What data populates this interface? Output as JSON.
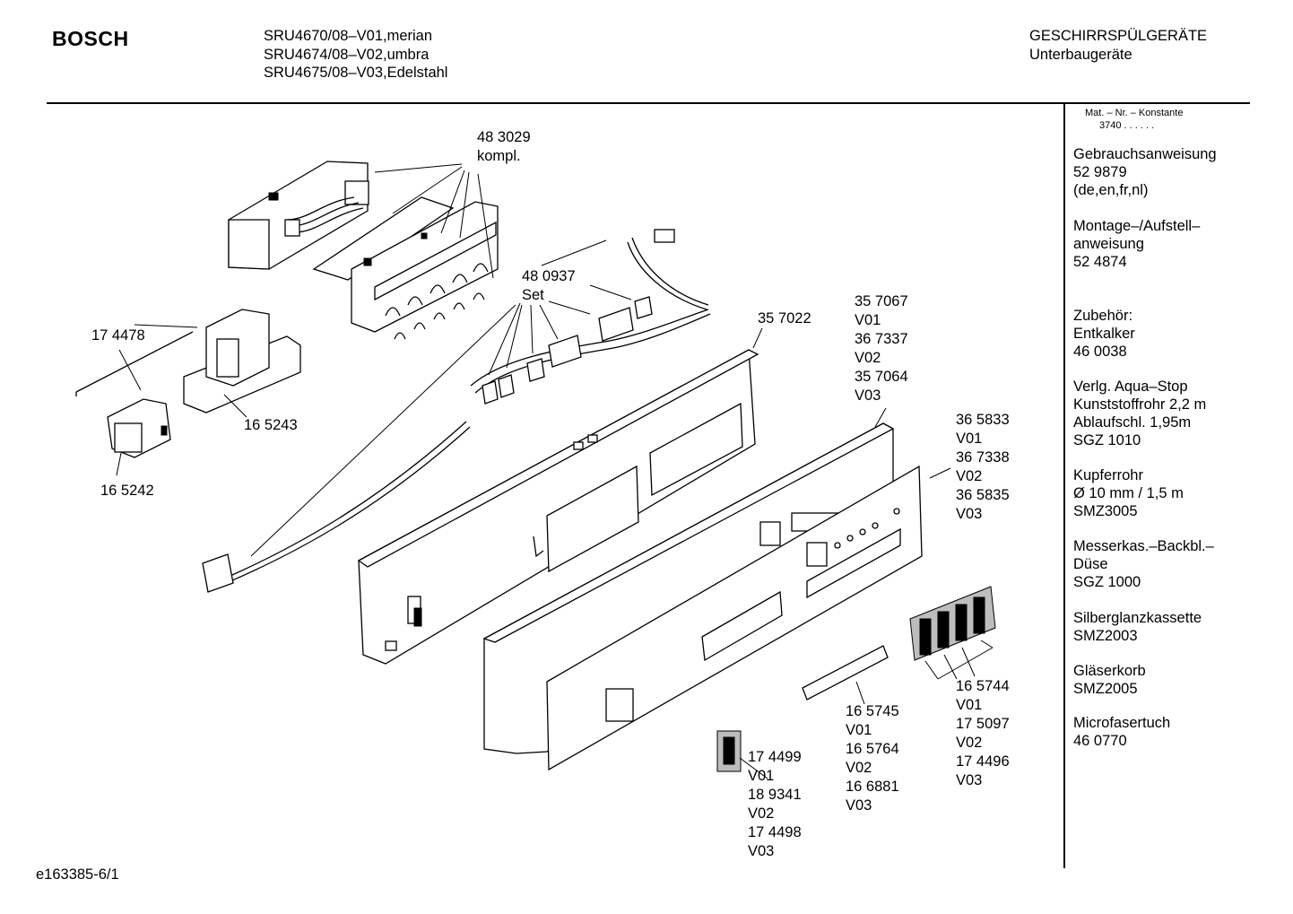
{
  "header": {
    "brand": "BOSCH",
    "models": [
      "SRU4670/08–V01,merian",
      "SRU4674/08–V02,umbra",
      "SRU4675/08–V03,Edelstahl"
    ],
    "category": [
      "GESCHIRRSPÜLGERÄTE",
      "Unterbaugeräte"
    ]
  },
  "sidebar": {
    "matnr_label": "Mat. – Nr. – Konstante",
    "matnr_value": "3740 .  .  .  .  .  .",
    "blocks": [
      [
        "Gebrauchsanweisung",
        "52 9879",
        "(de,en,fr,nl)"
      ],
      [
        "Montage–/Aufstell–",
        "anweisung",
        "52 4874"
      ],
      [
        "Zubehör:",
        "Entkalker",
        "46 0038"
      ],
      [
        "Verlg. Aqua–Stop",
        "Kunststoffrohr 2,2 m",
        "Ablaufschl. 1,95m",
        "SGZ 1010"
      ],
      [
        "Kupferrohr",
        "Ø 10 mm / 1,5 m",
        "SMZ3005"
      ],
      [
        "Messerkas.–Backbl.–",
        "Düse",
        "SGZ 1000"
      ],
      [
        "Silberglanzkassette",
        "SMZ2003"
      ],
      [
        "Gläserkorb",
        "SMZ2005"
      ],
      [
        "Microfasertuch",
        "46 0770"
      ]
    ]
  },
  "labels": {
    "p483029": [
      "48 3029",
      "kompl."
    ],
    "p480937": [
      "48 0937",
      "Set"
    ],
    "p174478": [
      "17 4478"
    ],
    "p165243": [
      "16 5243"
    ],
    "p165242": [
      "16 5242"
    ],
    "p357022": [
      "35 7022"
    ],
    "p357067": [
      "35 7067",
      "V01",
      "36 7337",
      "V02",
      "35 7064",
      "V03"
    ],
    "p365833": [
      "36 5833",
      "V01",
      "36 7338",
      "V02",
      "36 5835",
      "V03"
    ],
    "p165744": [
      "16 5744",
      "V01",
      "17 5097",
      "V02",
      "17 4496",
      "V03"
    ],
    "p165745": [
      "16 5745",
      "V01",
      "16 5764",
      "V02",
      "16 6881",
      "V03"
    ],
    "p174499": [
      "17 4499",
      "V01",
      "18 9341",
      "V02",
      "17 4498",
      "V03"
    ]
  },
  "footer": {
    "code": "e163385-6/1"
  }
}
